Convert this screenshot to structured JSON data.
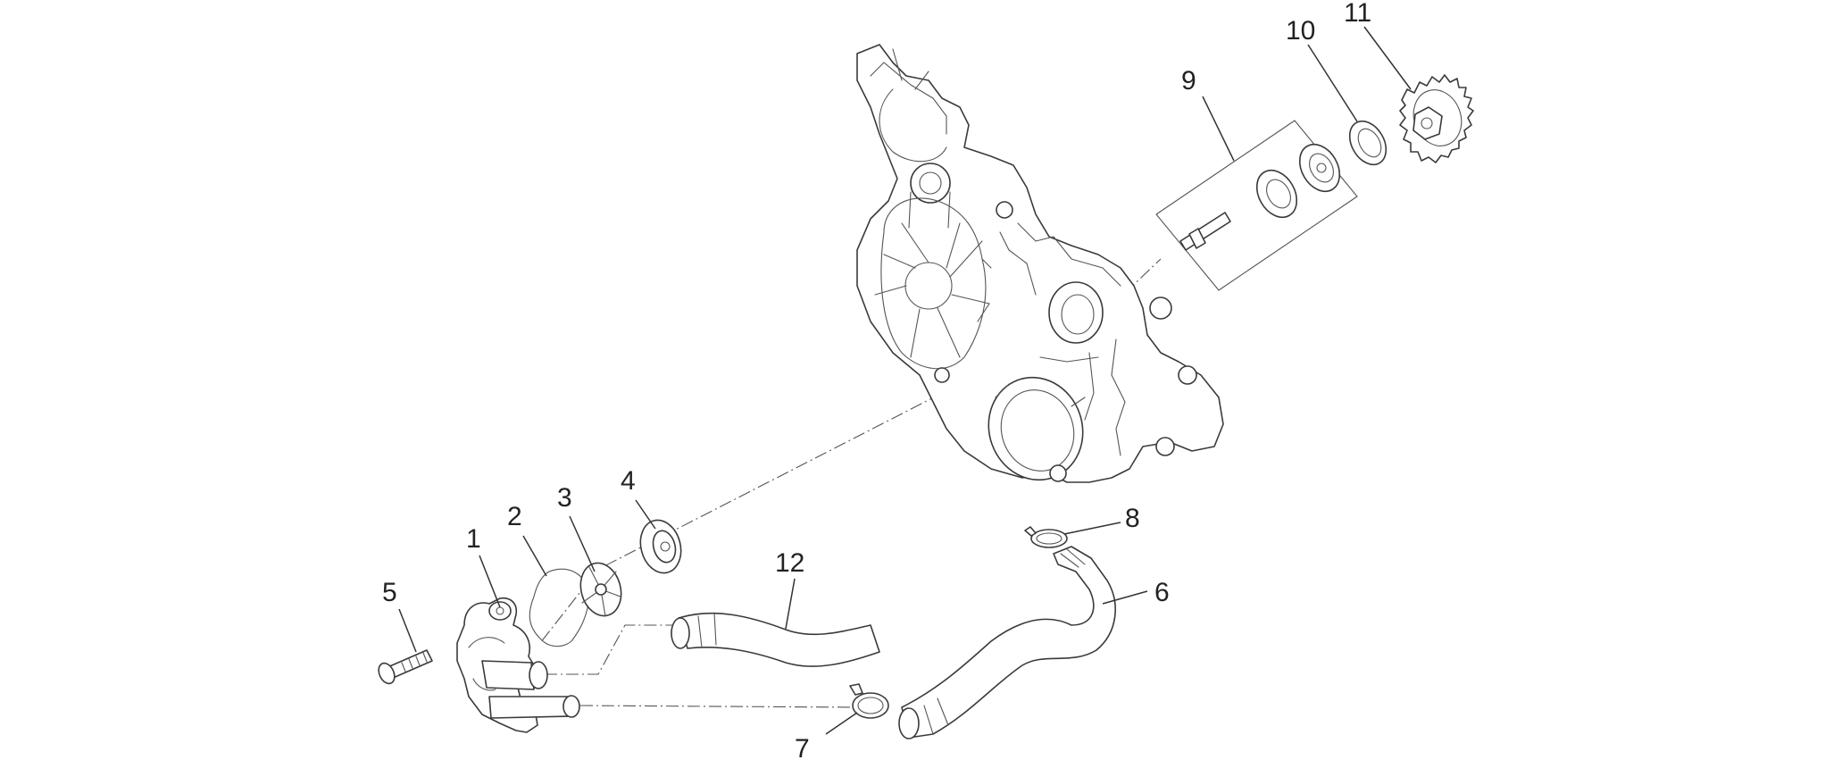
{
  "callouts": {
    "c1": "1",
    "c2": "2",
    "c3": "3",
    "c4": "4",
    "c5": "5",
    "c6": "6",
    "c7": "7",
    "c8": "8",
    "c9": "9",
    "c10": "10",
    "c11": "11",
    "c12": "12"
  },
  "colors": {
    "line": "#3a3a3a",
    "background": "#ffffff"
  }
}
